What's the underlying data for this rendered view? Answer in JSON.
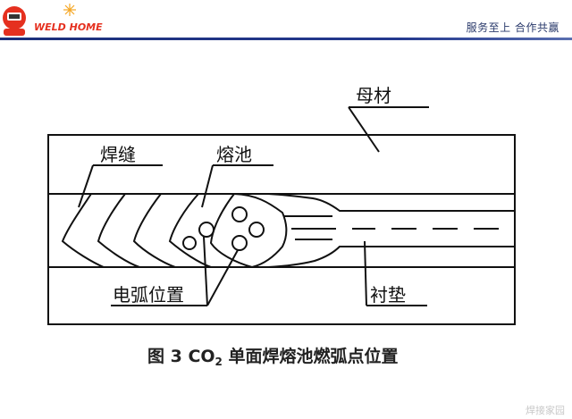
{
  "header": {
    "brand": "WELD HOME",
    "slogan": "服务至上  合作共赢",
    "accent_color": "#1c2f7a",
    "brand_color": "#e5301f"
  },
  "diagram": {
    "labels": {
      "base_metal": "母材",
      "weld_seam": "焊缝",
      "weld_pool": "熔池",
      "arc_position": "电弧位置",
      "backing": "衬垫"
    },
    "caption_prefix": "图 3 CO",
    "caption_sub": "2",
    "caption_suffix": " 单面焊熔池燃弧点位置"
  },
  "footer": {
    "watermark": "焊接家园"
  }
}
